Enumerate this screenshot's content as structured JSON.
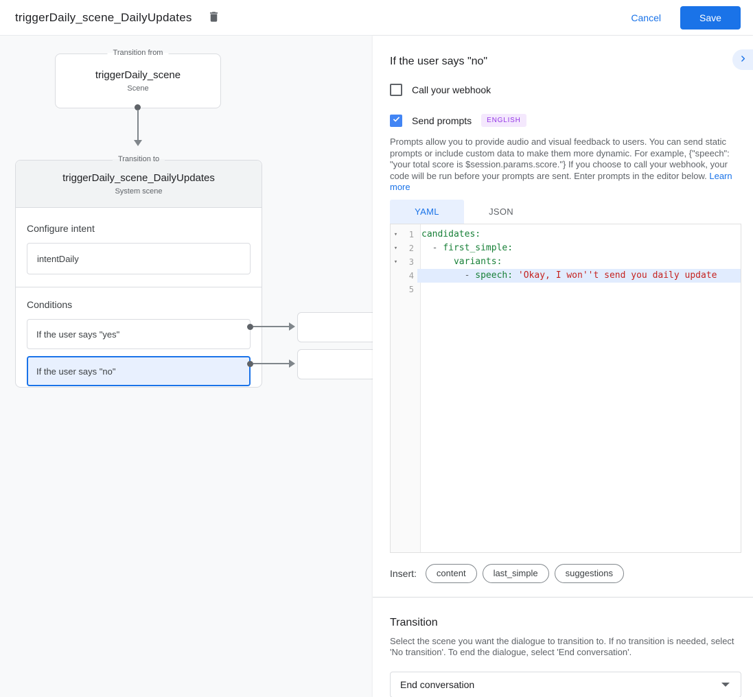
{
  "app": {
    "title": "triggerDaily_scene_DailyUpdates",
    "cancel_label": "Cancel",
    "save_label": "Save"
  },
  "canvas": {
    "from_node": {
      "group_label": "Transition from",
      "title": "triggerDaily_scene",
      "subtitle": "Scene"
    },
    "to_node": {
      "group_label": "Transition to",
      "title": "triggerDaily_scene_DailyUpdates",
      "subtitle": "System scene",
      "intent_heading": "Configure intent",
      "intent_name": "intentDaily",
      "conditions_heading": "Conditions",
      "conditions": [
        {
          "label": "If the user says \"yes\"",
          "selected": false
        },
        {
          "label": "If the user says \"no\"",
          "selected": true
        }
      ]
    }
  },
  "panel": {
    "title": "If the user says \"no\"",
    "webhook_checkbox": {
      "label": "Call your webhook",
      "checked": false
    },
    "prompts_checkbox": {
      "label": "Send prompts",
      "checked": true,
      "badge": "ENGLISH"
    },
    "description": "Prompts allow you to provide audio and visual feedback to users. You can send static prompts or include custom data to make them more dynamic. For example, {\"speech\": \"your total score is $session.params.score.\"} If you choose to call your webhook, your code will be run before your prompts are sent. Enter prompts in the editor below. ",
    "learn_more_label": "Learn more",
    "tabs": [
      {
        "label": "YAML",
        "active": true
      },
      {
        "label": "JSON",
        "active": false
      }
    ],
    "editor": {
      "fold_icon": "▾",
      "lines": [
        {
          "num": "1",
          "tokens": [
            {
              "text": "candidates:",
              "type": "key"
            }
          ]
        },
        {
          "num": "2",
          "tokens": [
            {
              "text": "  - ",
              "type": "plain"
            },
            {
              "text": "first_simple:",
              "type": "key"
            }
          ]
        },
        {
          "num": "3",
          "tokens": [
            {
              "text": "      ",
              "type": "plain"
            },
            {
              "text": "variants:",
              "type": "key"
            }
          ]
        },
        {
          "num": "4",
          "highlighted": true,
          "tokens": [
            {
              "text": "        - ",
              "type": "plain"
            },
            {
              "text": "speech: ",
              "type": "key"
            },
            {
              "text": "'Okay, I won''t send you daily update",
              "type": "string"
            }
          ]
        },
        {
          "num": "5",
          "tokens": []
        }
      ]
    },
    "insert": {
      "label": "Insert:",
      "chips": [
        "content",
        "last_simple",
        "suggestions"
      ]
    },
    "transition": {
      "heading": "Transition",
      "description": "Select the scene you want the dialogue to transition to. If no transition is needed, select 'No transition'. To end the dialogue, select 'End conversation'.",
      "selected_value": "End conversation"
    }
  },
  "colors": {
    "accent_blue": "#1a73e8",
    "checkbox_blue": "#4285f4",
    "selected_condition_bg": "#e8f0fe",
    "badge_purple": "#9334e6",
    "badge_purple_bg": "#f4e8fd",
    "code_key_green": "#188038",
    "code_string_red": "#c5221f",
    "code_line_highlight": "#e1ecfe",
    "canvas_bg": "#f8f9fa",
    "node_header_bg": "#f1f3f4"
  }
}
